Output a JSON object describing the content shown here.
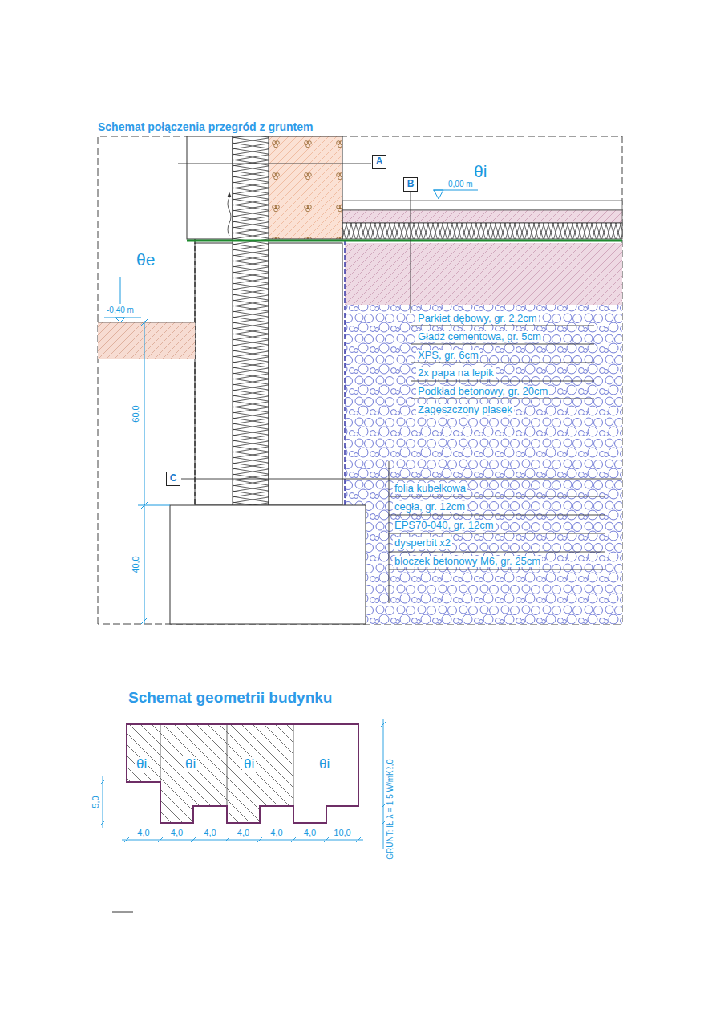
{
  "diagram": {
    "title": "Schemat połączenia przegród z gruntem",
    "nodes": [
      {
        "text": [
          "A"
        ]
      },
      {
        "text": [
          "B"
        ]
      },
      {
        "text": [
          "C"
        ]
      }
    ],
    "labels": [
      "θi",
      "0,00 m",
      "θe",
      "-0,40 m",
      "60,0",
      "40,0",
      "Parkiet dębowy, gr. 2,2cm",
      "Gładź cementowa, gr. 5cm",
      "XPS, gr. 6cm",
      "2x papa na lepik",
      "Podkład betonowy, gr. 20cm",
      "Zagęszczony piasek",
      "folia kubełkowa",
      "cegła, gr. 12cm",
      "EPS70-040, gr. 12cm",
      "dysperbit x2",
      "bloczek betonowy M6, gr. 25cm",
      "Schemat geometrii budynku",
      "θi",
      "θi",
      "θi",
      "θi",
      "5,0",
      "4,0",
      "4,0",
      "4,0",
      "4,0",
      "4,0",
      "4,0",
      "10,0",
      "2,0",
      "GRUNT: IŁ λ = 1,5 W/mK"
    ]
  }
}
